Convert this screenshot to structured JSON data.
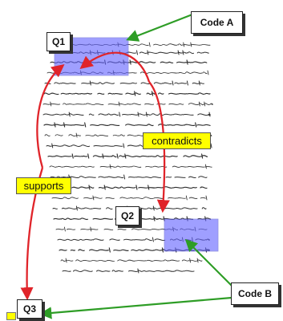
{
  "diagram": {
    "codes": {
      "code_a": "Code A",
      "code_b": "Code B"
    },
    "quotes": {
      "q1": "Q1",
      "q2": "Q2",
      "q3": "Q3"
    },
    "relations": {
      "contradicts": "contradicts",
      "supports": "supports"
    }
  },
  "colors": {
    "highlight": "#6666ff",
    "relation_arrow": "#e0242a",
    "code_arrow": "#2e9d26",
    "relation_label_bg": "#ffff00"
  }
}
